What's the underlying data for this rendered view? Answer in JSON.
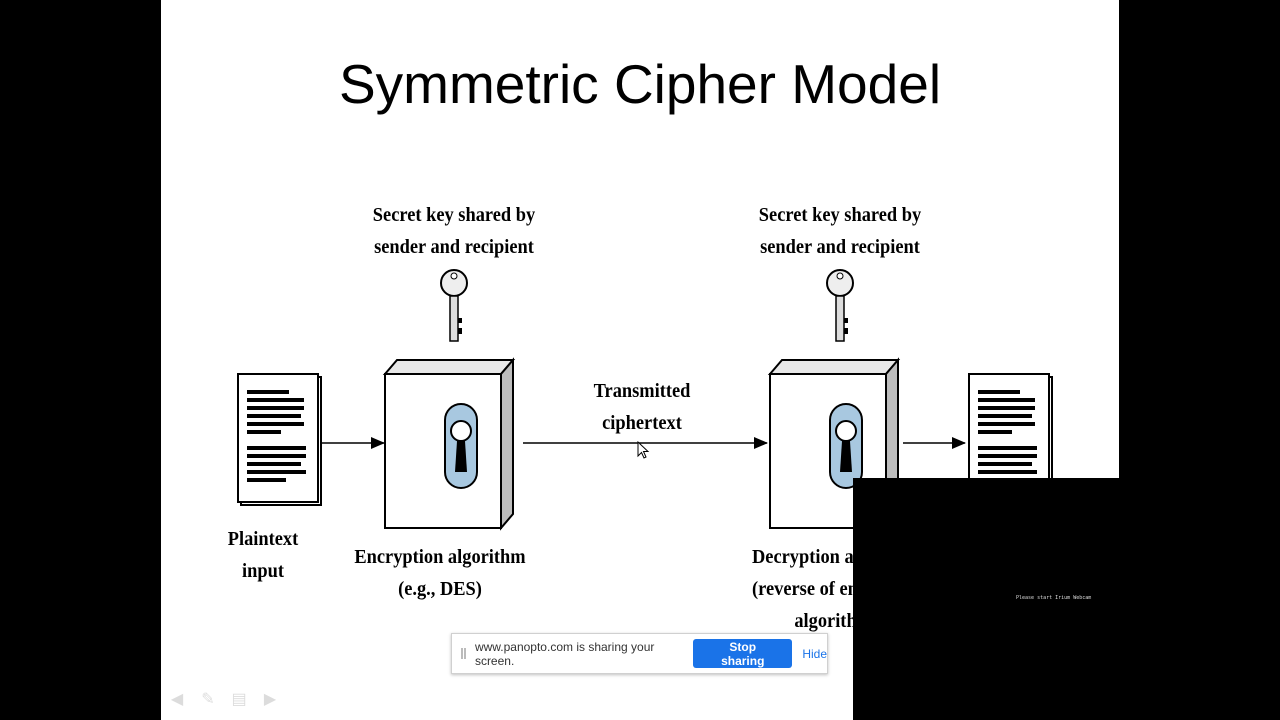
{
  "slide": {
    "title": "Symmetric Cipher Model",
    "diagram": {
      "key_label_left": [
        "Secret key shared by",
        "sender and recipient"
      ],
      "key_label_right": [
        "Secret key shared by",
        "sender and recipient"
      ],
      "transmitted": [
        "Transmitted",
        "ciphertext"
      ],
      "plaintext_input": [
        "Plaintext",
        "input"
      ],
      "encryption": [
        "Encryption algorithm",
        "(e.g., DES)"
      ],
      "decryption": [
        "Decryption a",
        "(reverse of en",
        "algorith"
      ]
    }
  },
  "webcam": {
    "message": "Please start Irium Webcam"
  },
  "share_bar": {
    "message": "www.panopto.com is sharing your screen.",
    "stop_label": "Stop sharing",
    "hide_label": "Hide"
  },
  "nav": {
    "icons": [
      "previous-icon",
      "pen-icon",
      "menu-icon",
      "next-icon"
    ]
  },
  "colors": {
    "accent": "#1a73e8",
    "keyhole": "#a8c8e0"
  }
}
